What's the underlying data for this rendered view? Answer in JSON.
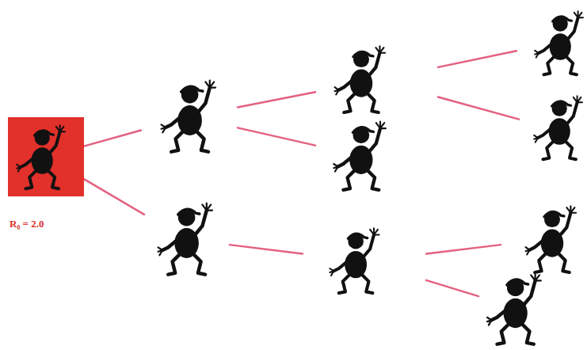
{
  "diagram": {
    "nodes": [
      {
        "text": [
          "R₀ = 2.0"
        ]
      },
      {
        "text": []
      },
      {
        "text": []
      },
      {
        "text": []
      },
      {
        "text": []
      },
      {
        "text": []
      },
      {
        "text": []
      },
      {
        "text": []
      },
      {
        "text": []
      },
      {
        "text": []
      }
    ],
    "edges": [
      {
        "from": 0,
        "to": 1,
        "arrow": "none"
      },
      {
        "from": 0,
        "to": 2,
        "arrow": "none"
      },
      {
        "from": 1,
        "to": 3,
        "arrow": "none"
      },
      {
        "from": 1,
        "to": 4,
        "arrow": "none"
      },
      {
        "from": 2,
        "to": 5,
        "arrow": "none"
      },
      {
        "from": 3,
        "to": 6,
        "arrow": "none"
      },
      {
        "from": 3,
        "to": 7,
        "arrow": "none"
      },
      {
        "from": 5,
        "to": 8,
        "arrow": "none"
      },
      {
        "from": 5,
        "to": 9,
        "arrow": "none"
      }
    ]
  }
}
